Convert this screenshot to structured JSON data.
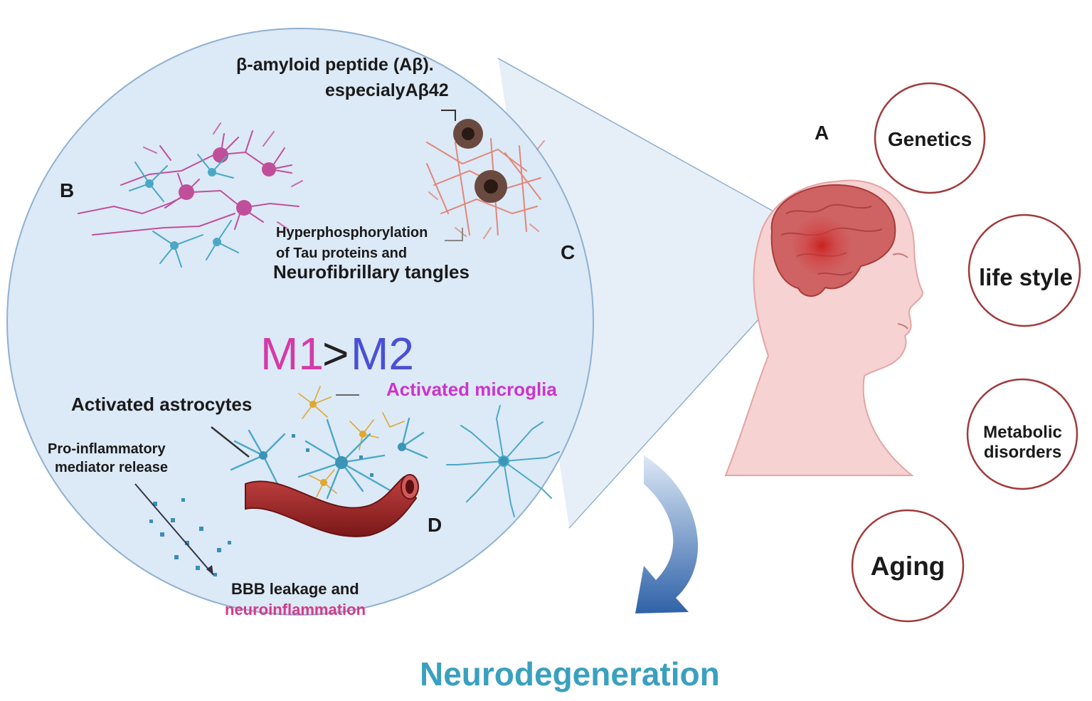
{
  "colors": {
    "circle_fill": "#dce9f6",
    "circle_stroke": "#8fb0d0",
    "ring_stroke": "#a03a3a",
    "head_fill": "#f2c4c4",
    "brain": "#cf5b5b",
    "neuron_pink": "#c04f9a",
    "astro_teal": "#4aa8c7",
    "microglia_gold": "#e0a830",
    "vessel": "#9b2424",
    "m1_magenta": "#d43aa8",
    "m2_blue": "#4a4fd4",
    "microglia_text": "#cc33cc",
    "neuroinflammation_text": "#d43a8a",
    "arrow_blue": "#2f62a8",
    "title_teal": "#3aa0c0"
  },
  "labels": {
    "A": "A",
    "B": "B",
    "C": "C",
    "D": "D",
    "amyloid_line1": "β-amyloid peptide (Aβ).",
    "amyloid_line2": "especialyAβ42",
    "tau_line1": "Hyperphosphorylation",
    "tau_line2": "of  Tau proteins and",
    "tau_line3": "Neurofibrillary tangles",
    "m1": "M1",
    "gt": ">",
    "m2": "M2",
    "microglia": "Activated microglia",
    "astrocytes": "Activated astrocytes",
    "proinflam_line1": "Pro-inflammatory",
    "proinflam_line2": "mediator release",
    "bbb_line1": "BBB leakage and",
    "bbb_line2": "neuroinflammation",
    "outcome": "Neurodegeneration"
  },
  "risk_factors": [
    {
      "label": "Genetics"
    },
    {
      "label": "life style"
    },
    {
      "label": "Metabolic disorders"
    },
    {
      "label": "Aging"
    }
  ],
  "icons": [
    "head-profile-icon",
    "brain-icon",
    "neuron-icon",
    "astrocyte-icon",
    "microglia-icon",
    "amyloid-plaque-icon",
    "tau-tangle-icon",
    "blood-vessel-icon",
    "curved-arrow-icon"
  ]
}
